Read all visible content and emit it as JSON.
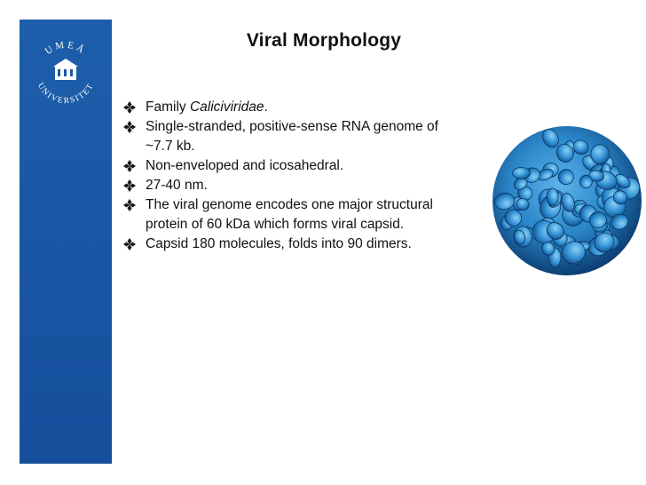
{
  "sidebar": {
    "logo_text_top": "UMEÅ",
    "logo_text_bottom": "UNIVERSITET"
  },
  "slide": {
    "title": "Viral Morphology",
    "bullets": [
      {
        "prefix": "Family ",
        "italic": "Caliciviridae",
        "suffix": "."
      },
      {
        "text": "Single-stranded, positive-sense RNA genome of"
      },
      {
        "text": "~7.7 kb.",
        "continuation": true
      },
      {
        "text": "Non-enveloped and icosahedral."
      },
      {
        "text": "27-40 nm."
      },
      {
        "text": "The viral genome encodes one major structural"
      },
      {
        "text": "protein of 60 kDa which  forms viral capsid.",
        "continuation": true
      },
      {
        "text": "Capsid 180 molecules, folds into 90 dimers."
      }
    ]
  },
  "colors": {
    "sidebar_blue": "#1a58a6",
    "bullet_mark": "#1a1a1a",
    "virus_blue": "#2a86c9"
  }
}
